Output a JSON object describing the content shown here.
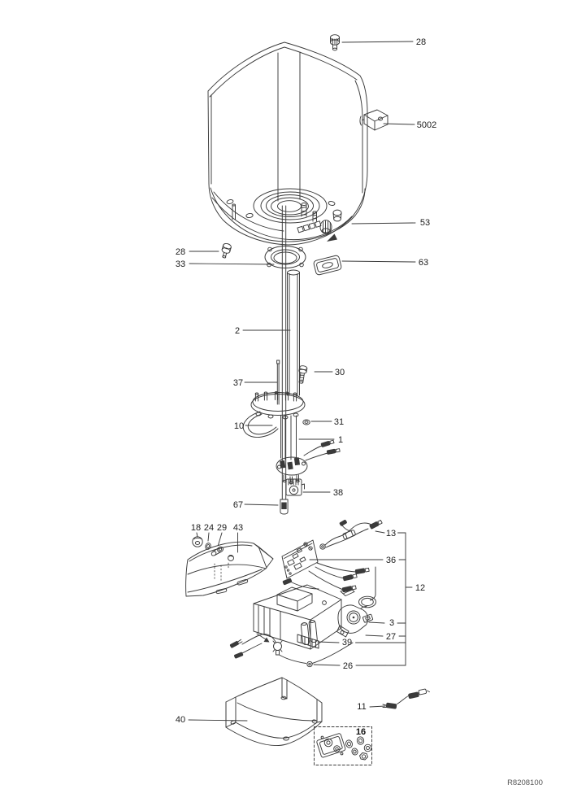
{
  "meta": {
    "description": "Exploded parts diagram of an electric storage water heater",
    "background_color": "#ffffff",
    "line_color": "#3a3a3a",
    "label_color": "#1c1c1c"
  },
  "drawing_number": "R8208100",
  "callouts": {
    "c28_top": "28",
    "c5002": "5002",
    "c53": "53",
    "c28_left": "28",
    "c33": "33",
    "c63": "63",
    "c2": "2",
    "c30": "30",
    "c37": "37",
    "c10": "10",
    "c31": "31",
    "c1": "1",
    "c38": "38",
    "c67": "67",
    "c18": "18",
    "c24": "24",
    "c29": "29",
    "c43": "43",
    "c13": "13",
    "c36": "36",
    "c12": "12",
    "c3": "3",
    "c27": "27",
    "c39": "39",
    "c26": "26",
    "c40": "40",
    "c11": "11",
    "c16": "16"
  }
}
